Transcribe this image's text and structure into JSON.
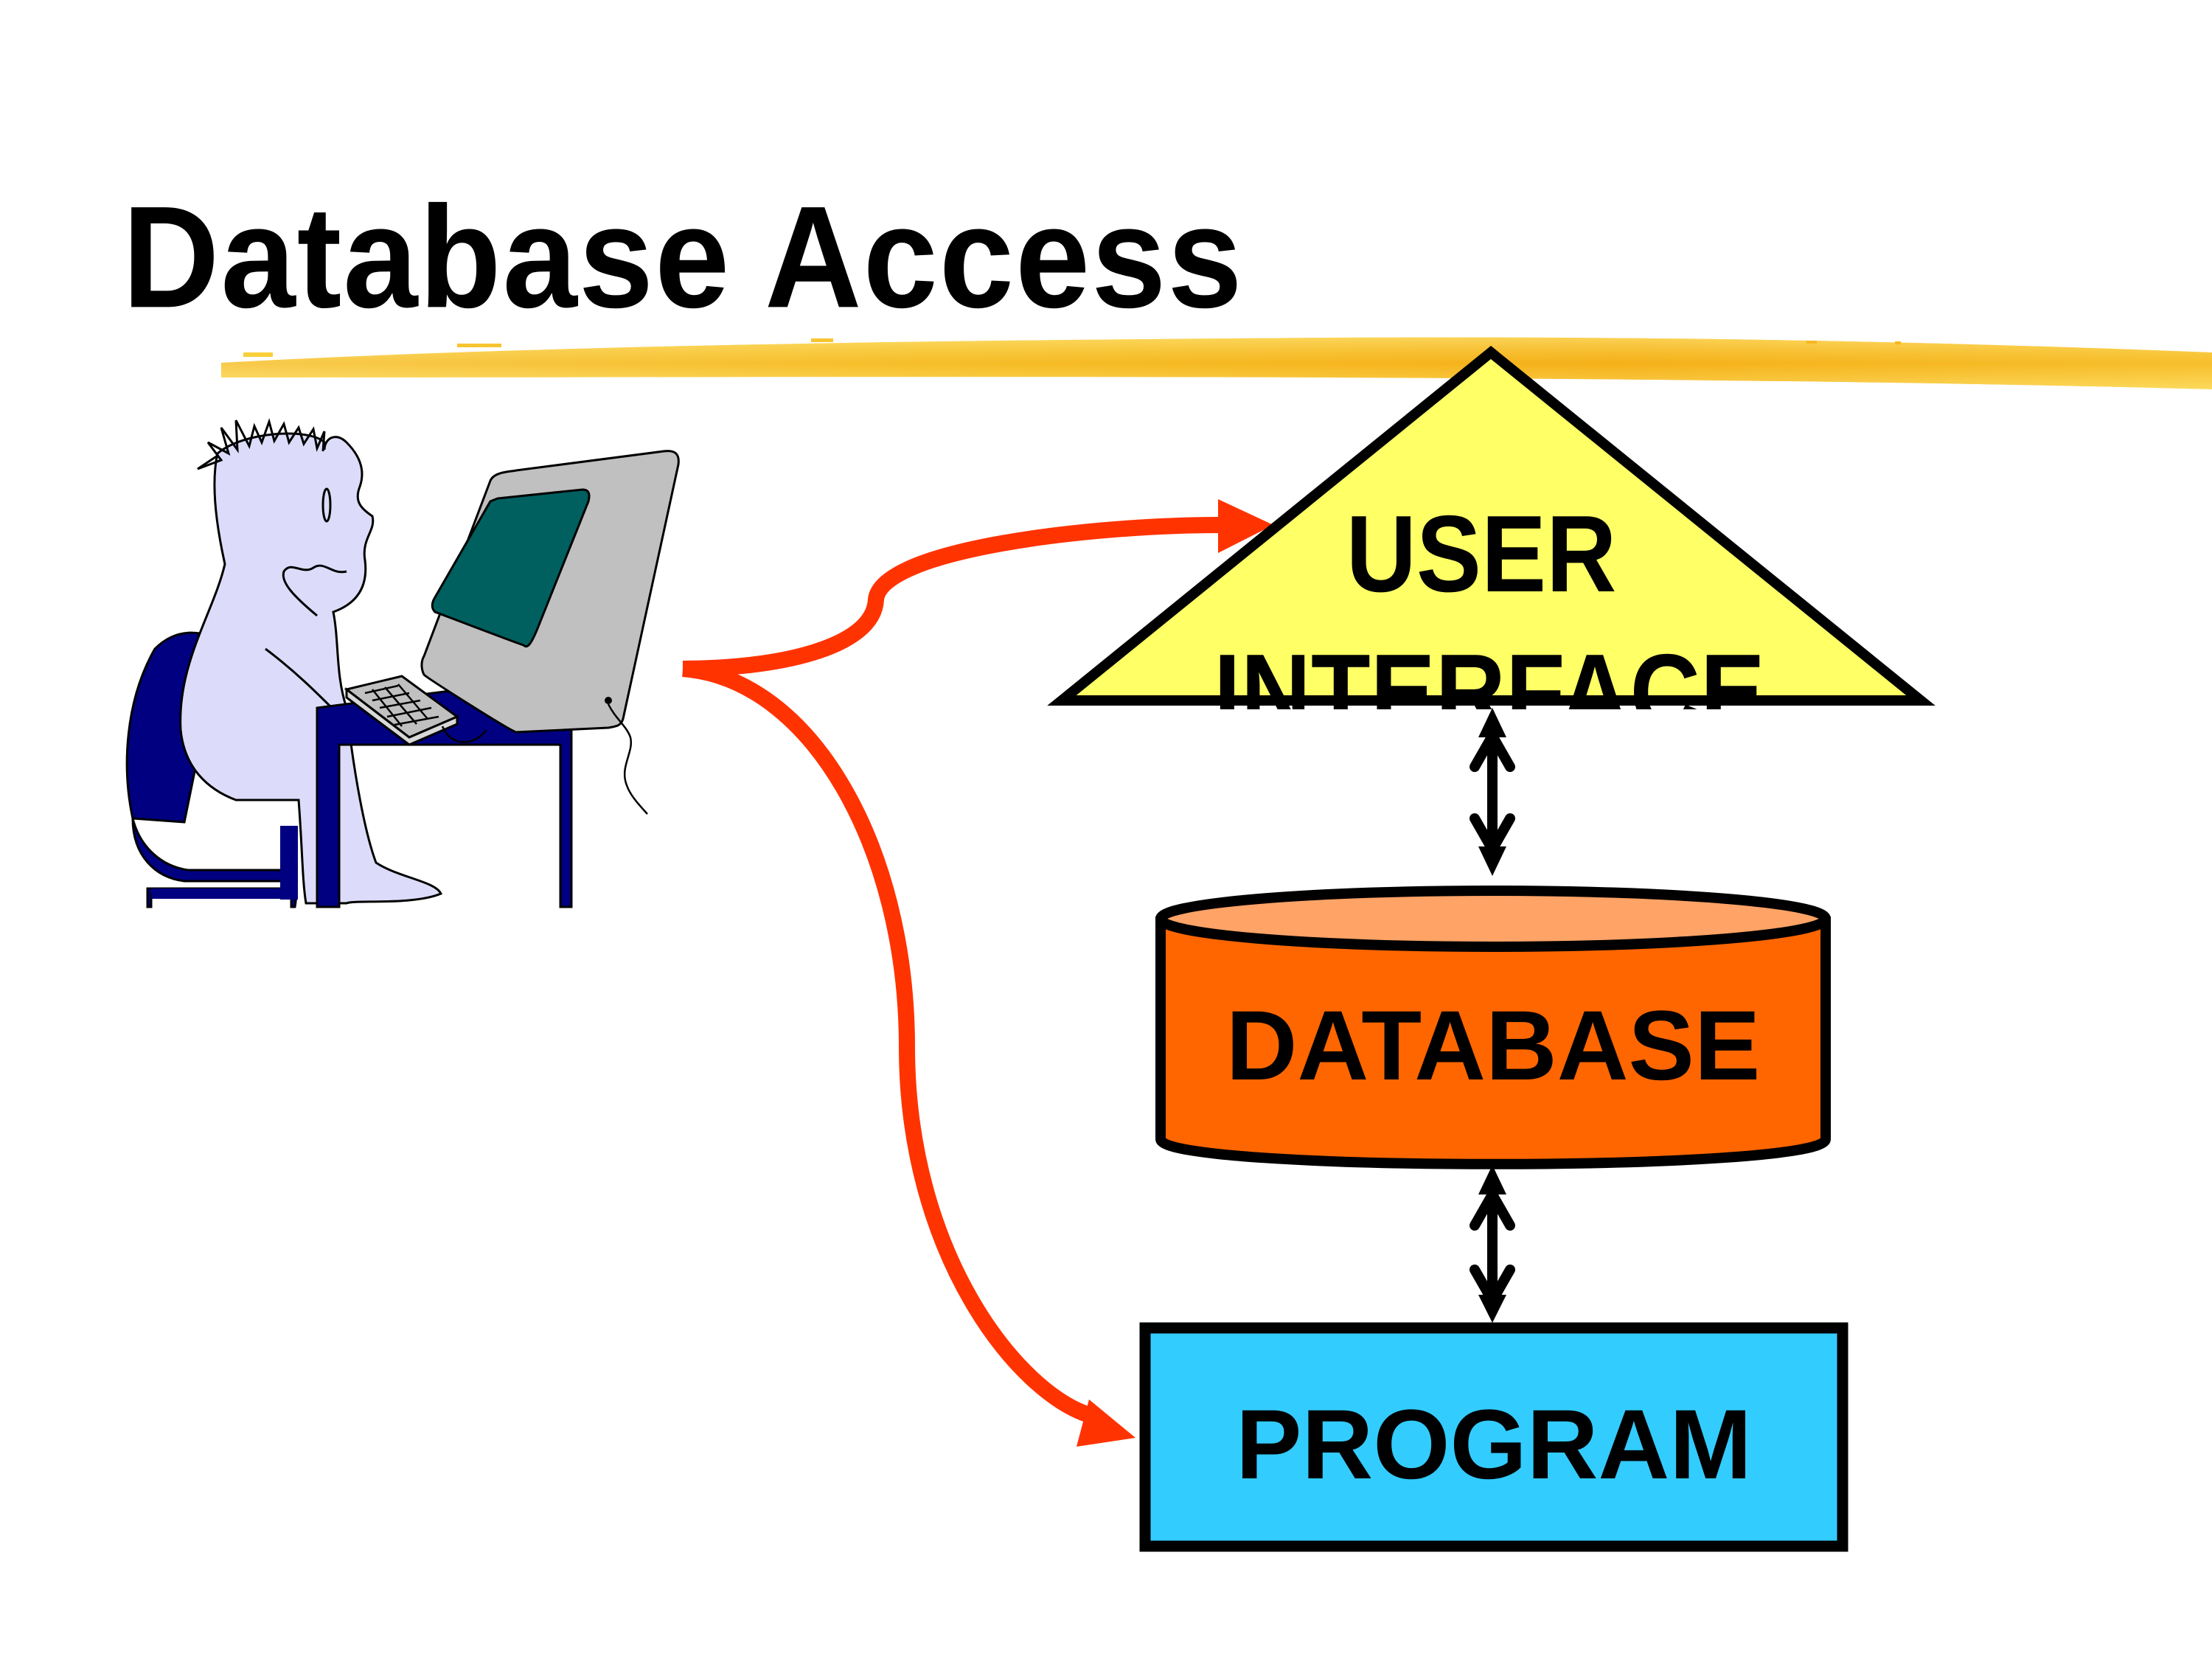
{
  "slide": {
    "title": "Database Access",
    "background_color": "#ffffff",
    "accent_underline_color": "#f9c623"
  },
  "diagram": {
    "user_figure": {
      "description": "cartoon person seated at a desk typing on a computer",
      "colors": {
        "skin": "#dcdcfa",
        "chair_desk": "#000080",
        "monitor_body": "#c0c0c0",
        "screen": "#006060"
      }
    },
    "nodes": {
      "user_interface": {
        "shape": "triangle",
        "label_line1": "USER",
        "label_line2": "INTERFACE",
        "fill": "#ffff66",
        "stroke": "#000000"
      },
      "database": {
        "shape": "cylinder",
        "label": "DATABASE",
        "fill": "#ff6600",
        "top_fill": "#ffa366",
        "stroke": "#000000"
      },
      "program": {
        "shape": "rectangle",
        "label": "PROGRAM",
        "fill": "#33ccff",
        "stroke": "#000000"
      }
    },
    "edges": [
      {
        "from": "user",
        "to": "user_interface",
        "type": "arrow",
        "color": "#ff3300"
      },
      {
        "from": "user",
        "to": "program",
        "type": "arrow",
        "color": "#ff3300"
      },
      {
        "from": "user_interface",
        "to": "database",
        "type": "bidirectional",
        "color": "#000000"
      },
      {
        "from": "database",
        "to": "program",
        "type": "bidirectional",
        "color": "#000000"
      }
    ]
  }
}
